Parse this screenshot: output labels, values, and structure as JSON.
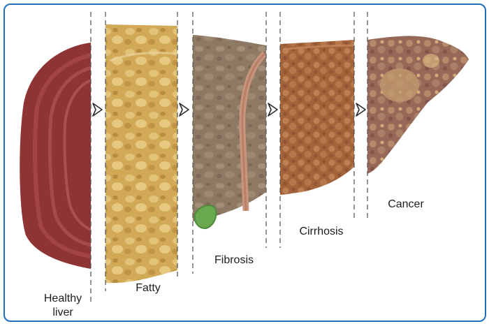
{
  "stages": [
    {
      "id": "healthy",
      "label_lines": [
        "Healthy",
        "liver"
      ],
      "color": "#8f3434"
    },
    {
      "id": "fatty",
      "label": "Fatty",
      "color": "#d5ad55"
    },
    {
      "id": "fibrosis",
      "label": "Fibrosis",
      "color": "#8f7a63"
    },
    {
      "id": "cirrhosis",
      "label": "Cirrhosis",
      "color": "#a8653a"
    },
    {
      "id": "cancer",
      "label": "Cancer",
      "color": "#9a6a5c"
    }
  ],
  "border_color": "#1e6fb8",
  "gallbladder_color": "#6aa84f",
  "arrow_icon": "chevron-arrow-right"
}
